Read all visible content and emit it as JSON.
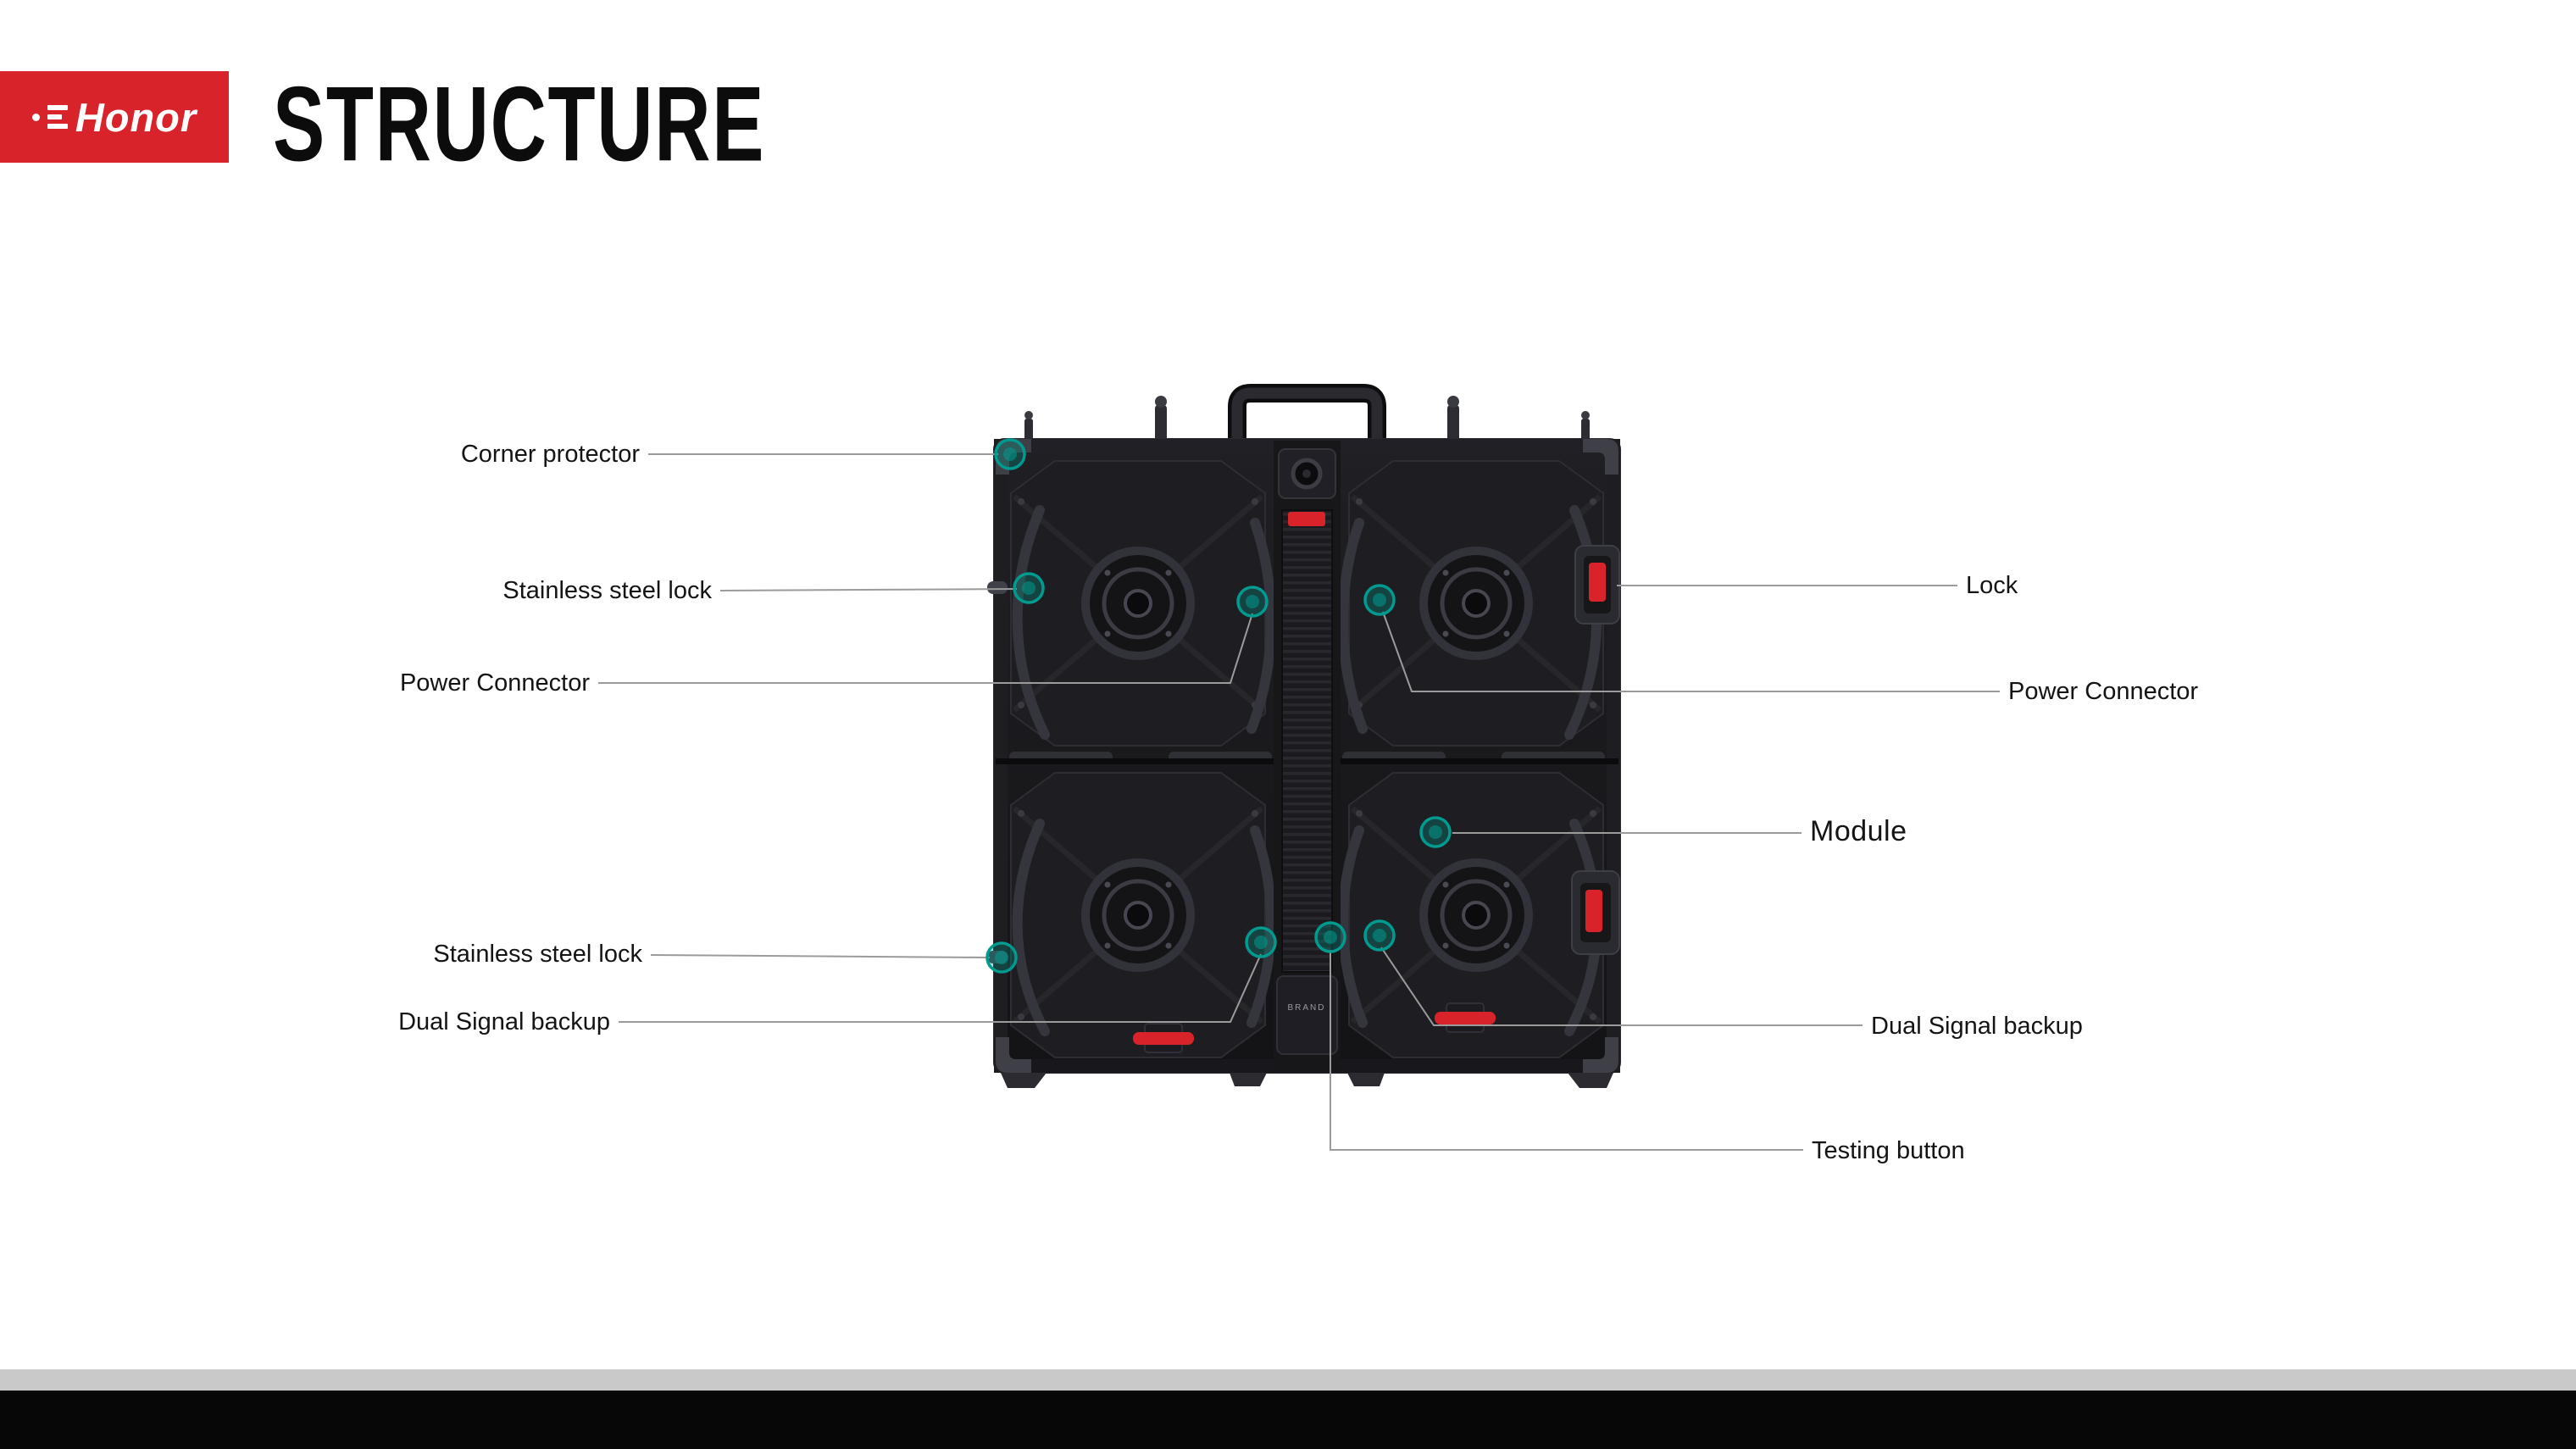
{
  "header": {
    "logo_text": "Honor",
    "title": "STRUCTURE"
  },
  "labels": {
    "corner_protector": "Corner protector",
    "stainless_steel_lock_top": "Stainless steel lock",
    "power_connector_left": "Power Connector",
    "stainless_steel_lock_bottom": "Stainless steel lock",
    "dual_signal_backup_left": "Dual Signal backup",
    "lock": "Lock",
    "power_connector_right": "Power Connector",
    "module": "Module",
    "dual_signal_backup_right": "Dual Signal backup",
    "testing_button": "Testing button"
  },
  "panel": {
    "brand_text": "BRAND"
  },
  "colors": {
    "brand_red": "#d8232a",
    "marker_teal": "#009a8e",
    "leader_gray": "#9b9b9b"
  }
}
